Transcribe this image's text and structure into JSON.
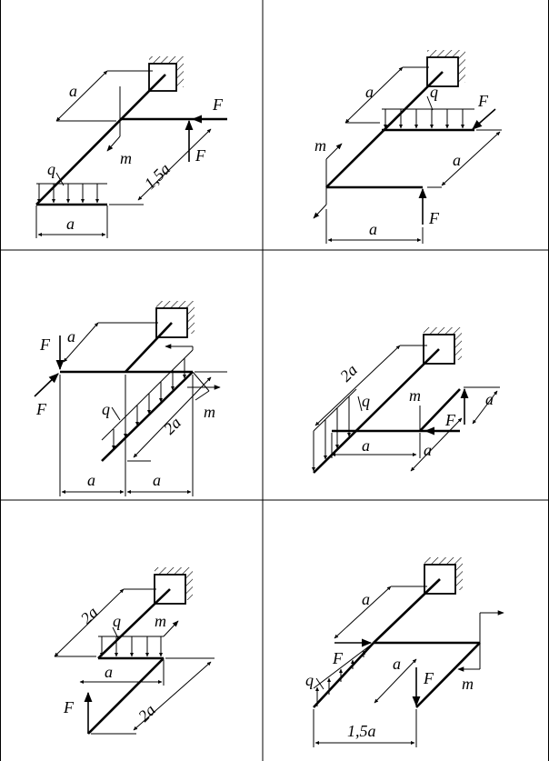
{
  "panels": [
    {
      "labels": {
        "a_top": "a",
        "F_right": "F",
        "m": "m",
        "F_up": "F",
        "q": "q",
        "dim_15a": "1,5a",
        "a_bottom": "a"
      }
    },
    {
      "labels": {
        "a_top": "a",
        "q": "q",
        "F_diag": "F",
        "m": "m",
        "a_right": "a",
        "F_up": "F",
        "a_bottom": "a"
      }
    },
    {
      "labels": {
        "F_top": "F",
        "a_top": "a",
        "F_left": "F",
        "q": "q",
        "dim_2a": "2a",
        "m": "m",
        "a_left": "a",
        "a_right": "a"
      }
    },
    {
      "labels": {
        "dim_2a": "2a",
        "q": "q",
        "m": "m",
        "F": "F",
        "a_small": "a",
        "a_mid": "a",
        "a_low": "a"
      }
    },
    {
      "labels": {
        "dim_2a_top": "2a",
        "q": "q",
        "m": "m",
        "a": "a",
        "F": "F",
        "dim_2a_bottom": "2a"
      }
    },
    {
      "labels": {
        "a_top": "a",
        "F_left": "F",
        "q": "q",
        "a_diag": "a",
        "F_down": "F",
        "m": "m",
        "dim_15a": "1,5a"
      }
    }
  ]
}
